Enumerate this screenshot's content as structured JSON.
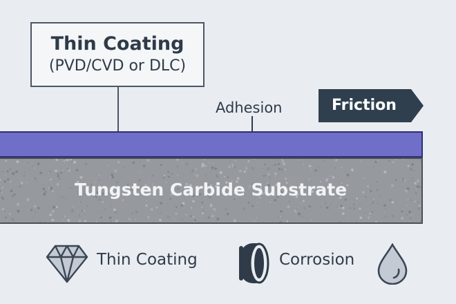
{
  "callout": {
    "title": "Thin Coating",
    "subtitle": "(PVD/CVD or DLC)"
  },
  "adhesion_label": "Adhesion",
  "friction_label": "Friction",
  "substrate_label": "Tungsten Carbide Substrate",
  "legend": [
    {
      "icon": "diamond-icon",
      "label": "Thin Coating"
    },
    {
      "icon": "cylinder-icon",
      "label": "Corrosion"
    },
    {
      "icon": "droplet-icon",
      "label": ""
    }
  ],
  "colors": {
    "background": "#e9edf2",
    "coating": "#6f6fc9",
    "substrate": "#969a9f",
    "friction_tag": "#2f3f4e",
    "text": "#2f3b48"
  }
}
